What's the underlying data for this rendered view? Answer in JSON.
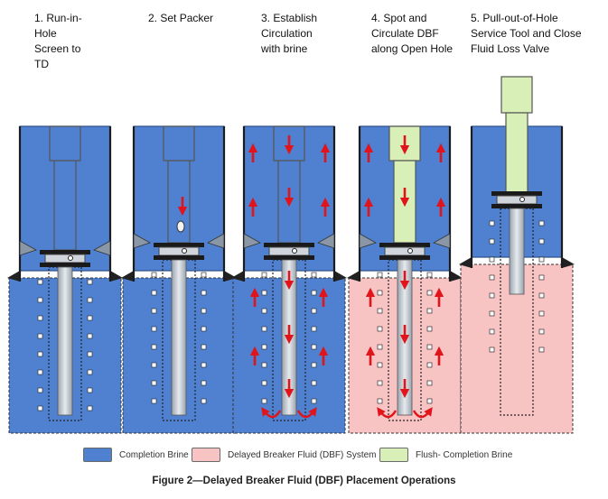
{
  "steps": [
    {
      "title": "1. Run-in-\nHole\nScreen to\nTD"
    },
    {
      "title": "2. Set Packer"
    },
    {
      "title": "3. Establish\nCirculation\nwith brine"
    },
    {
      "title": "4. Spot and\nCirculate DBF\nalong Open Hole"
    },
    {
      "title": "5. Pull-out-of-Hole\nService Tool and Close\nFluid Loss Valve"
    }
  ],
  "legend": [
    {
      "label": "Completion Brine",
      "color": "#4f81d0"
    },
    {
      "label": "Delayed Breaker Fluid (DBF) System",
      "color": "#f7c3c3"
    },
    {
      "label": "Flush- Completion Brine",
      "color": "#d8f0b8"
    }
  ],
  "caption": "Figure 2—Delayed Breaker Fluid (DBF) Placement Operations",
  "colors": {
    "brine": "#4f81d0",
    "dbf": "#f7c3c3",
    "flush": "#d8f0b8",
    "arrow": "#e0141a",
    "steel": "#c9d0d8"
  }
}
